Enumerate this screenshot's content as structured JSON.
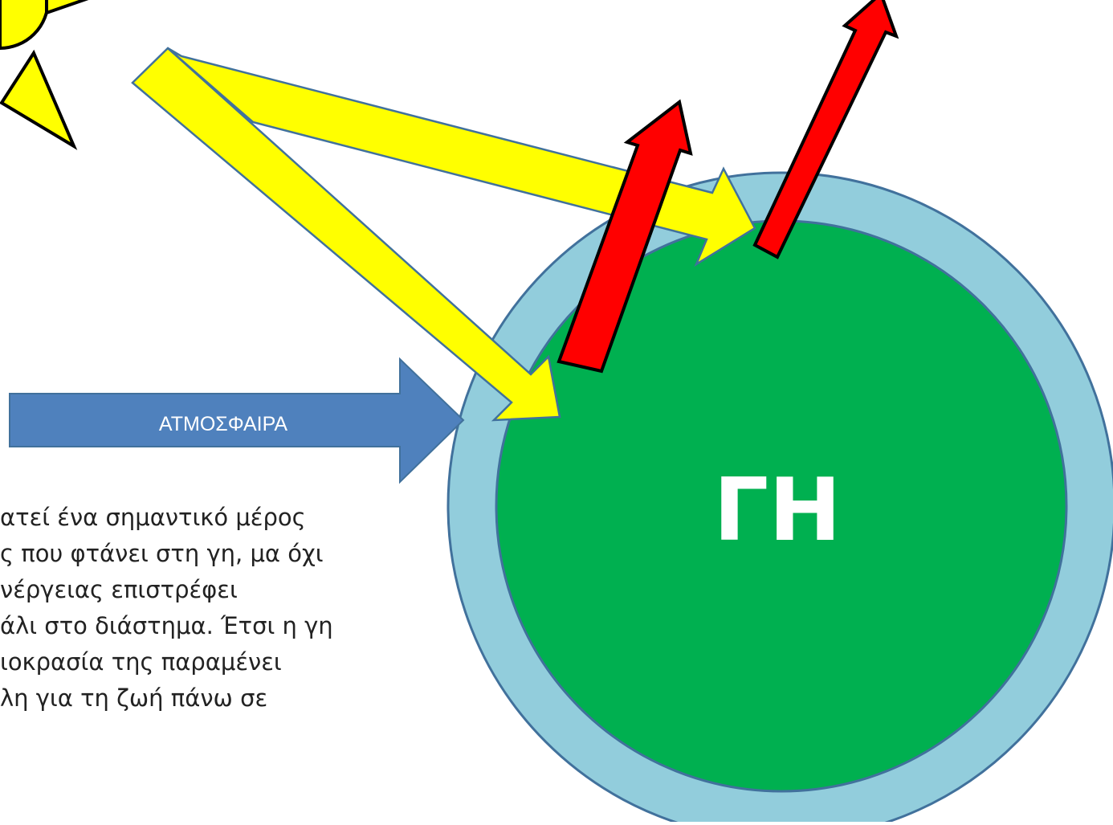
{
  "labels": {
    "earth": "ΓΗ",
    "atmosphere": "ΑΤΜΟΣΦΑΙΡΑ"
  },
  "caption_lines": [
    "ατεί ένα σημαντικό μέρος",
    "ς που φτάνει στη γη, μα όχι",
    "νέργειας επιστρέφει",
    "άλι στο διάστημα. Έτσι η γη",
    "ιοκρασία της παραμένει",
    "λη για τη ζωή πάνω σε"
  ],
  "colors": {
    "earth": "#00B050",
    "atmosphere": "#92CDDC",
    "atmosphere_outline": "#41719C",
    "sunlight": "#FFFF00",
    "infrared": "#FF0000",
    "label_arrow": "#4F81BD",
    "sun": "#FFFF00"
  }
}
